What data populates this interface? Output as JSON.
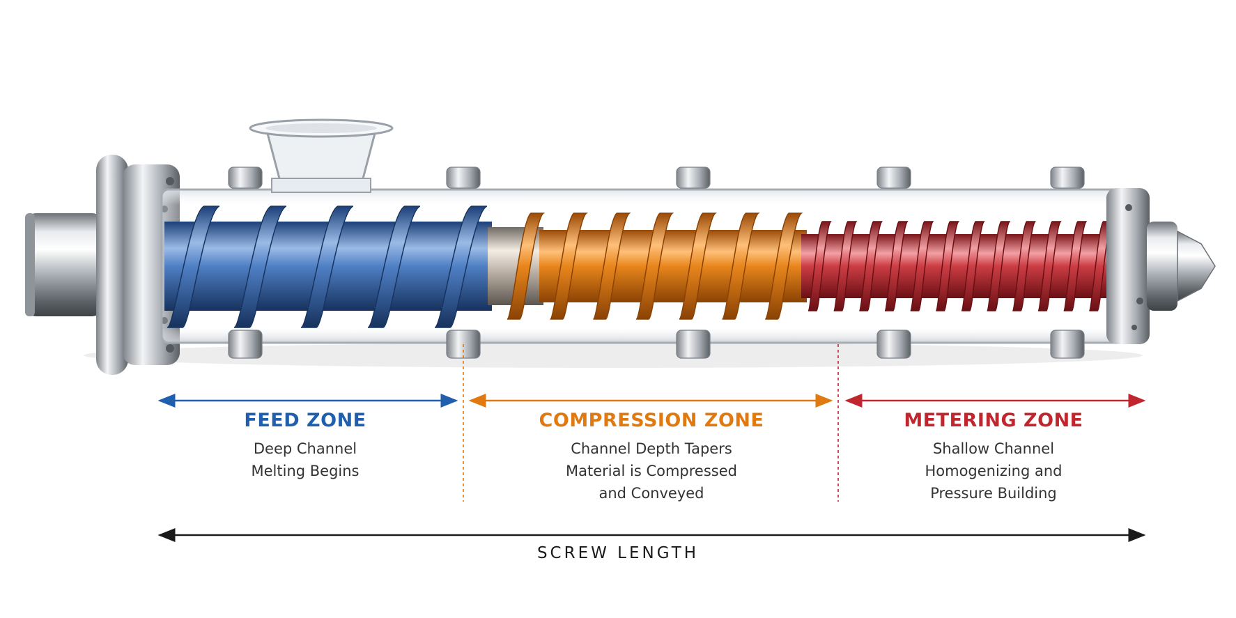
{
  "colors": {
    "feed": "#1f5fae",
    "compression": "#e07a10",
    "metering": "#c0262d",
    "steel": "#b8bcc2",
    "dark_steel": "#7a7f86",
    "text": "#1a1a1a"
  },
  "zones": [
    {
      "id": "feed",
      "title": "FEED ZONE",
      "lines": [
        "Deep Channel",
        "Melting Begins"
      ]
    },
    {
      "id": "compression",
      "title": "COMPRESSION ZONE",
      "lines": [
        "Channel Depth Tapers",
        "Material is Compressed",
        "and Conveyed"
      ]
    },
    {
      "id": "metering",
      "title": "METERING ZONE",
      "lines": [
        "Shallow Channel",
        "Homogenizing and",
        "Pressure Building"
      ]
    }
  ],
  "screw_length_label": "SCREW LENGTH"
}
